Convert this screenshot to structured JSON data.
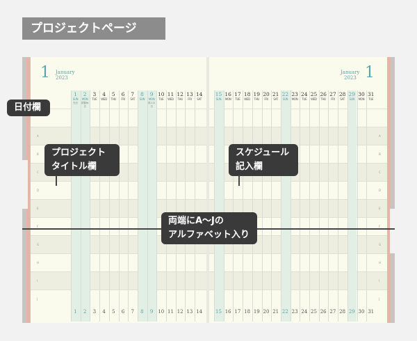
{
  "title": "プロジェクトページ",
  "left_page": {
    "month_number": "1",
    "month_name": "January",
    "year": "2023",
    "days": [
      {
        "num": "1",
        "dow": "SUN",
        "sub": "元日",
        "green": true
      },
      {
        "num": "2",
        "dow": "MON",
        "sub": "振替休日",
        "green": true
      },
      {
        "num": "3",
        "dow": "TUE",
        "sub": "",
        "green": false
      },
      {
        "num": "4",
        "dow": "WED",
        "sub": "",
        "green": false
      },
      {
        "num": "5",
        "dow": "THU",
        "sub": "",
        "green": false
      },
      {
        "num": "6",
        "dow": "FRI",
        "sub": "",
        "green": false
      },
      {
        "num": "7",
        "dow": "SAT",
        "sub": "",
        "green": false
      },
      {
        "num": "8",
        "dow": "SUN",
        "sub": "",
        "green": true
      },
      {
        "num": "9",
        "dow": "MON",
        "sub": "成人の日",
        "green": true
      },
      {
        "num": "10",
        "dow": "TUE",
        "sub": "",
        "green": false
      },
      {
        "num": "11",
        "dow": "WED",
        "sub": "",
        "green": false
      },
      {
        "num": "12",
        "dow": "THU",
        "sub": "",
        "green": false
      },
      {
        "num": "13",
        "dow": "FRI",
        "sub": "",
        "green": false
      },
      {
        "num": "14",
        "dow": "SAT",
        "sub": "",
        "green": false
      }
    ]
  },
  "right_page": {
    "month_number": "1",
    "month_name": "January",
    "year": "2023",
    "days": [
      {
        "num": "15",
        "dow": "SUN",
        "green": true
      },
      {
        "num": "16",
        "dow": "MON",
        "green": false
      },
      {
        "num": "17",
        "dow": "TUE",
        "green": false
      },
      {
        "num": "18",
        "dow": "WED",
        "green": false
      },
      {
        "num": "19",
        "dow": "THU",
        "green": false
      },
      {
        "num": "20",
        "dow": "FRI",
        "green": false
      },
      {
        "num": "21",
        "dow": "SAT",
        "green": false
      },
      {
        "num": "22",
        "dow": "SUN",
        "green": true
      },
      {
        "num": "23",
        "dow": "MON",
        "green": false
      },
      {
        "num": "24",
        "dow": "TUE",
        "green": false
      },
      {
        "num": "25",
        "dow": "WED",
        "green": false
      },
      {
        "num": "26",
        "dow": "THU",
        "green": false
      },
      {
        "num": "27",
        "dow": "FRI",
        "green": false
      },
      {
        "num": "28",
        "dow": "SAT",
        "green": false
      },
      {
        "num": "29",
        "dow": "SUN",
        "green": true
      },
      {
        "num": "30",
        "dow": "MON",
        "green": false
      },
      {
        "num": "31",
        "dow": "TUE",
        "green": false
      }
    ]
  },
  "side_letters": [
    "A",
    "B",
    "C",
    "D",
    "E",
    "F",
    "G",
    "H",
    "I",
    "J"
  ],
  "callouts": {
    "date_column": "日付欄",
    "project_title_line1": "プロジェクト",
    "project_title_line2": "タイトル欄",
    "schedule_line1": "スケジュール",
    "schedule_line2": "記入欄",
    "alphabet_line1": "両端にA〜Jの",
    "alphabet_line2": "アルファベット入り"
  },
  "colors": {
    "accent": "#5aa3a8",
    "paper": "#fbfbed",
    "tab": "#e7b4a6",
    "callout": "#3a3a3a"
  }
}
